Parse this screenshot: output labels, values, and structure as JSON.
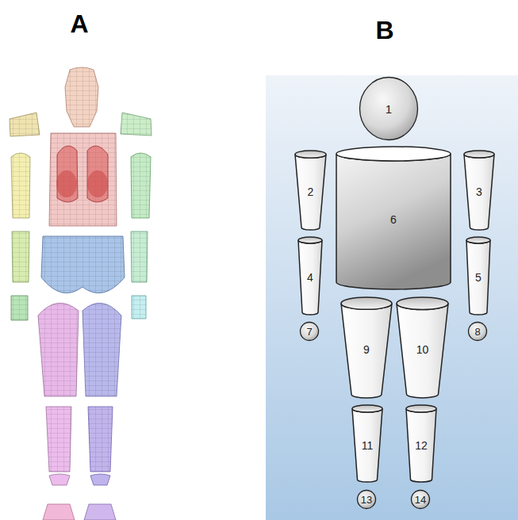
{
  "diagram": {
    "nodes": [
      {
        "text": [
          "1"
        ]
      },
      {
        "text": [
          "2"
        ]
      },
      {
        "text": [
          "6"
        ]
      },
      {
        "text": [
          "3"
        ]
      },
      {
        "text": [
          "4"
        ]
      },
      {
        "text": [
          "5"
        ]
      },
      {
        "text": [
          "7"
        ]
      },
      {
        "text": [
          "9"
        ]
      },
      {
        "text": [
          "10"
        ]
      },
      {
        "text": [
          "8"
        ]
      },
      {
        "text": [
          "11"
        ]
      },
      {
        "text": [
          "12"
        ]
      },
      {
        "text": [
          "13"
        ]
      },
      {
        "text": [
          "14"
        ]
      }
    ],
    "labels": [
      "A",
      "B"
    ]
  }
}
